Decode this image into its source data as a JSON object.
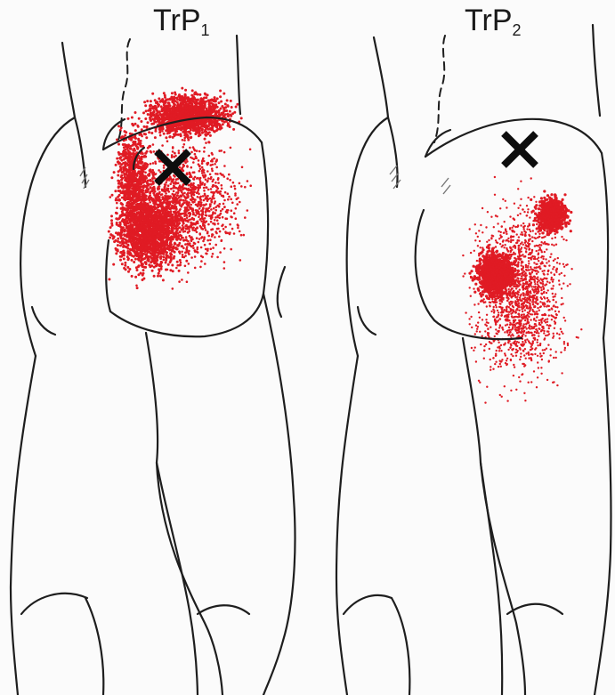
{
  "panels": [
    {
      "label_main": "TrP",
      "label_sub": "1"
    },
    {
      "label_main": "TrP",
      "label_sub": "2"
    }
  ],
  "colors": {
    "referred_pain": "#e01b24",
    "outline": "#1e1e1e",
    "trigger_point_marker": "#0d0d0d"
  },
  "icons": {
    "trigger_point_marker": "x-mark-icon"
  }
}
